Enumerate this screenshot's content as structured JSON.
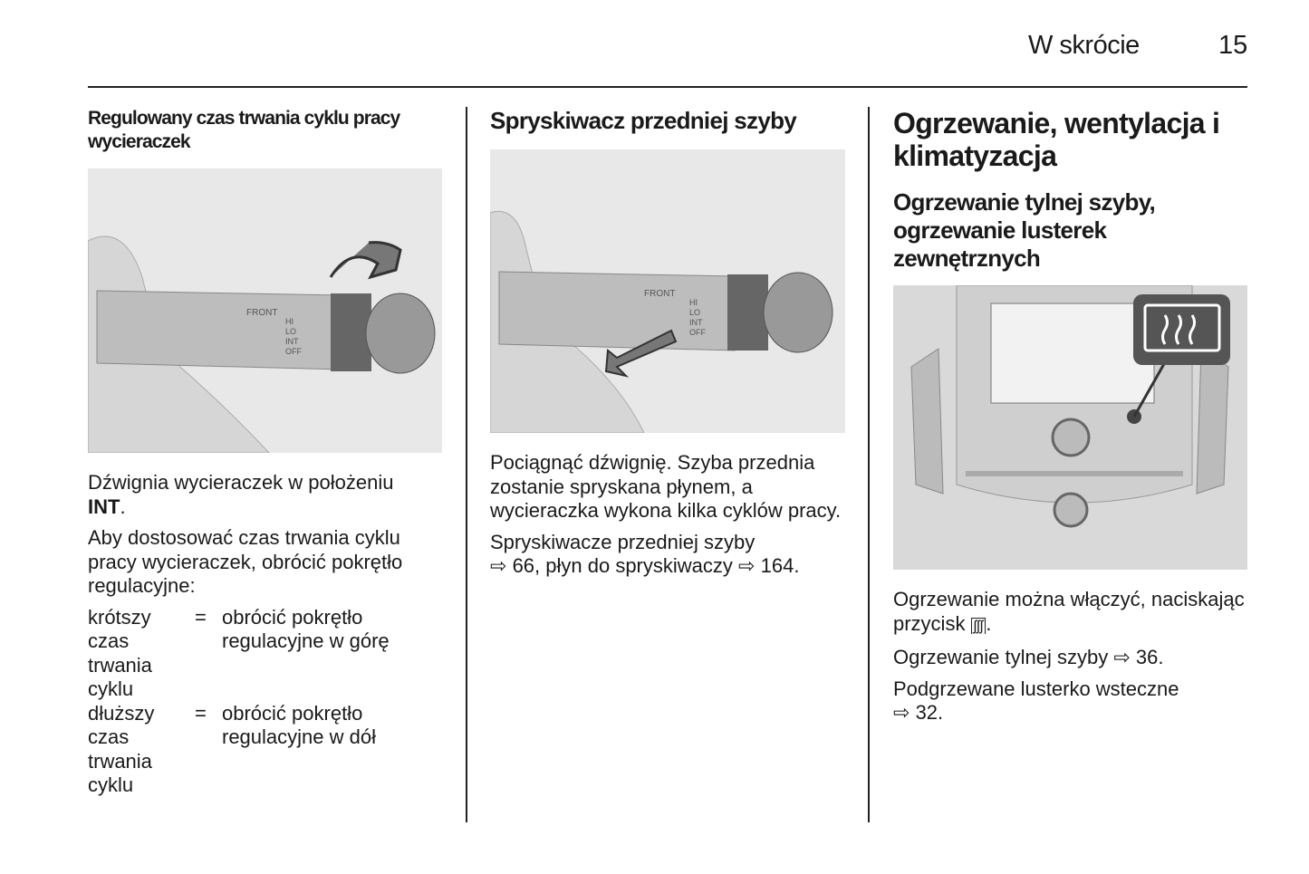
{
  "header": {
    "section_title": "W skrócie",
    "page_number": "15"
  },
  "col1": {
    "heading": "Regulowany czas trwania cyklu pracy wycieraczek",
    "figure_labels": {
      "front": "FRONT",
      "hi": "HI",
      "lo": "LO",
      "int": "INT",
      "off": "OFF"
    },
    "p1_text": "Dźwignia wycieraczek w położeniu",
    "p1_bold": "INT",
    "p1_end": ".",
    "p2": "Aby dostosować czas trwania cyklu pracy wycieraczek, obrócić pokrętło regulacyjne:",
    "definitions": [
      {
        "term": "krótszy czas trwania cyklu",
        "sep": "=",
        "desc": "obrócić pokrętło regulacyjne w górę"
      },
      {
        "term": "dłuższy czas trwania cyklu",
        "sep": "=",
        "desc": "obrócić pokrętło regulacyjne w dół"
      }
    ]
  },
  "col2": {
    "heading": "Spryskiwacz przedniej szyby",
    "figure_labels": {
      "front": "FRONT",
      "hi": "HI",
      "lo": "LO",
      "int": "INT",
      "off": "OFF"
    },
    "p1": "Pociągnąć dźwignię. Szyba przednia zostanie spryskana płynem, a wycieraczka wykona kilka cyklów pracy.",
    "p2_text": "Spryskiwacze przedniej szyby",
    "p2_ref1": "66",
    "p2_mid": ", płyn do spryskiwaczy",
    "p2_ref2": "164",
    "p2_end": "."
  },
  "col3": {
    "title": "Ogrzewanie, wentylacja i klimatyzacja",
    "subheading": "Ogrzewanie tylnej szyby, ogrzewanie lusterek zewnętrznych",
    "p1_text": "Ogrzewanie można włączyć, naciskając przycisk",
    "p1_end": ".",
    "p2_text": "Ogrzewanie tylnej szyby",
    "p2_ref": "36",
    "p2_end": ".",
    "p3_text": "Podgrzewane lusterko wsteczne",
    "p3_ref": "32",
    "p3_end": "."
  },
  "icons": {
    "reference_arrow": "ref-arrow-icon",
    "rear_defrost": "rear-defrost-icon"
  }
}
